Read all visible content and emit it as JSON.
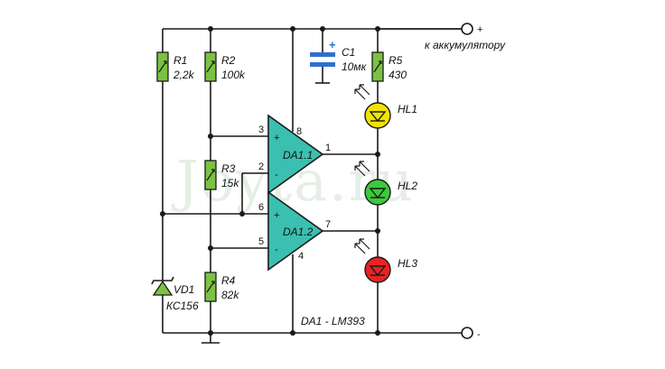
{
  "watermark": "Joyta.ru",
  "terminals": {
    "plus_label": "к аккумулятору",
    "plus_sign": "+",
    "minus_sign": "-"
  },
  "resistors": [
    {
      "ref": "R1",
      "value": "2,2k"
    },
    {
      "ref": "R2",
      "value": "100k"
    },
    {
      "ref": "R3",
      "value": "15k"
    },
    {
      "ref": "R4",
      "value": "82k"
    },
    {
      "ref": "R5",
      "value": "430"
    }
  ],
  "capacitor": {
    "ref": "C1",
    "value": "10мк",
    "polarity": "+"
  },
  "zener": {
    "ref": "VD1",
    "value": "КС156"
  },
  "leds": [
    {
      "ref": "HL1",
      "color": "#f2e400"
    },
    {
      "ref": "HL2",
      "color": "#3cc93c"
    },
    {
      "ref": "HL3",
      "color": "#e82323"
    }
  ],
  "opamps": [
    {
      "ref": "DA1.1",
      "plus": "+",
      "minus": "-",
      "pin_plus": "3",
      "pin_minus": "2",
      "pin_out": "1",
      "pin_power": "8"
    },
    {
      "ref": "DA1.2",
      "plus": "+",
      "minus": "-",
      "pin_plus": "6",
      "pin_minus": "5",
      "pin_out": "7",
      "pin_ground": "4"
    }
  ],
  "chip_label": "DA1 - LM393",
  "colors": {
    "wire": "#1a1a1a",
    "resistor": "#7cc242",
    "opamp": "#3bbfb0",
    "capacitor": "#2f6fd0"
  }
}
